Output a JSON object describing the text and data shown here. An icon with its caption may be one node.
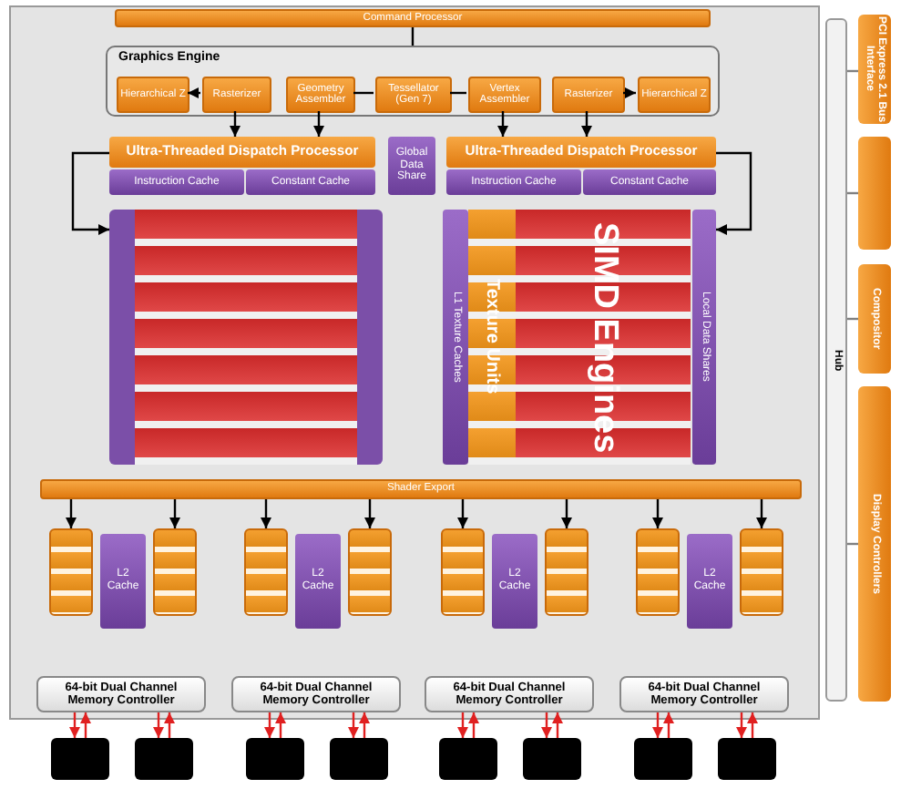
{
  "diagram": {
    "nodes": [
      {
        "text": [
          "Command Processor"
        ]
      },
      {
        "text": [
          "Graphics Engine"
        ]
      },
      {
        "text": [
          "Hierarchical Z"
        ],
        "in": 1
      },
      {
        "text": [
          "Rasterizer"
        ],
        "in": 1
      },
      {
        "text": [
          "Geometry Assembler"
        ],
        "in": 1
      },
      {
        "text": [
          "Tessellator (Gen 7)"
        ],
        "in": 1
      },
      {
        "text": [
          "Vertex Assembler"
        ],
        "in": 1
      },
      {
        "text": [
          "Rasterizer"
        ],
        "in": 1
      },
      {
        "text": [
          "Hierarchical Z"
        ],
        "in": 1
      },
      {
        "text": [
          "Ultra-Threaded Dispatch Processor"
        ]
      },
      {
        "text": [
          "Instruction Cache"
        ]
      },
      {
        "text": [
          "Constant Cache"
        ]
      },
      {
        "text": [
          "Global Data Share"
        ]
      },
      {
        "text": [
          "Ultra-Threaded Dispatch Processor"
        ]
      },
      {
        "text": [
          "Instruction Cache"
        ]
      },
      {
        "text": [
          "Constant Cache"
        ]
      },
      {
        "text": [],
        "shape": "box"
      },
      {
        "text": [
          "L1 Texture Caches"
        ]
      },
      {
        "text": [
          "Texture Units"
        ]
      },
      {
        "text": [
          "SIMD Engines"
        ]
      },
      {
        "text": [
          "Local Data Shares"
        ]
      },
      {
        "text": [
          "Shader Export"
        ]
      },
      {
        "text": [],
        "shape": "box"
      },
      {
        "text": [
          "L2 Cache"
        ]
      },
      {
        "text": [],
        "shape": "box"
      },
      {
        "text": [
          "64-bit Dual Channel Memory Controller"
        ]
      },
      {
        "text": [],
        "shape": "box"
      },
      {
        "text": [],
        "shape": "box"
      },
      {
        "text": [],
        "shape": "box"
      },
      {
        "text": [
          "L2 Cache"
        ]
      },
      {
        "text": [],
        "shape": "box"
      },
      {
        "text": [
          "64-bit Dual Channel Memory Controller"
        ]
      },
      {
        "text": [],
        "shape": "box"
      },
      {
        "text": [],
        "shape": "box"
      },
      {
        "text": [],
        "shape": "box"
      },
      {
        "text": [
          "L2 Cache"
        ]
      },
      {
        "text": [],
        "shape": "box"
      },
      {
        "text": [
          "64-bit Dual Channel Memory Controller"
        ]
      },
      {
        "text": [],
        "shape": "box"
      },
      {
        "text": [],
        "shape": "box"
      },
      {
        "text": [],
        "shape": "box"
      },
      {
        "text": [
          "L2 Cache"
        ]
      },
      {
        "text": [],
        "shape": "box"
      },
      {
        "text": [
          "64-bit Dual Channel Memory Controller"
        ]
      },
      {
        "text": [],
        "shape": "box"
      },
      {
        "text": [],
        "shape": "box"
      },
      {
        "text": [
          "Hub"
        ]
      },
      {
        "text": [
          "PCI Express 2.1 Bus Interface"
        ]
      },
      {
        "text": [],
        "shape": "box"
      },
      {
        "text": [
          "Compositor"
        ]
      },
      {
        "text": [
          "Display Controllers"
        ]
      }
    ],
    "edges": [
      {
        "from": 0,
        "to": 1,
        "arrow": "none"
      },
      {
        "from": 3,
        "to": 2,
        "arrow": "to"
      },
      {
        "from": 7,
        "to": 8,
        "arrow": "to"
      },
      {
        "from": 4,
        "to": 5,
        "arrow": "none"
      },
      {
        "from": 5,
        "to": 6,
        "arrow": "none"
      },
      {
        "from": 3,
        "to": 9,
        "arrow": "to"
      },
      {
        "from": 4,
        "to": 9,
        "arrow": "to"
      },
      {
        "from": 6,
        "to": 13,
        "arrow": "to"
      },
      {
        "from": 7,
        "to": 13,
        "arrow": "to"
      },
      {
        "from": 9,
        "to": 16,
        "arrow": "to"
      },
      {
        "from": 13,
        "to": 20,
        "arrow": "to"
      },
      {
        "from": 21,
        "to": 22,
        "arrow": "to"
      },
      {
        "from": 21,
        "to": 24,
        "arrow": "to"
      },
      {
        "from": 21,
        "to": 28,
        "arrow": "to"
      },
      {
        "from": 21,
        "to": 30,
        "arrow": "to"
      },
      {
        "from": 21,
        "to": 34,
        "arrow": "to"
      },
      {
        "from": 21,
        "to": 36,
        "arrow": "to"
      },
      {
        "from": 21,
        "to": 40,
        "arrow": "to"
      },
      {
        "from": 21,
        "to": 42,
        "arrow": "to"
      },
      {
        "from": 25,
        "to": 26,
        "arrow": "to",
        "color": "#e02020"
      },
      {
        "from": 26,
        "to": 25,
        "arrow": "to",
        "color": "#e02020"
      },
      {
        "from": 25,
        "to": 27,
        "arrow": "to",
        "color": "#e02020"
      },
      {
        "from": 27,
        "to": 25,
        "arrow": "to",
        "color": "#e02020"
      },
      {
        "from": 31,
        "to": 32,
        "arrow": "to",
        "color": "#e02020"
      },
      {
        "from": 32,
        "to": 31,
        "arrow": "to",
        "color": "#e02020"
      },
      {
        "from": 31,
        "to": 33,
        "arrow": "to",
        "color": "#e02020"
      },
      {
        "from": 33,
        "to": 31,
        "arrow": "to",
        "color": "#e02020"
      },
      {
        "from": 37,
        "to": 38,
        "arrow": "to",
        "color": "#e02020"
      },
      {
        "from": 38,
        "to": 37,
        "arrow": "to",
        "color": "#e02020"
      },
      {
        "from": 37,
        "to": 39,
        "arrow": "to",
        "color": "#e02020"
      },
      {
        "from": 39,
        "to": 37,
        "arrow": "to",
        "color": "#e02020"
      },
      {
        "from": 43,
        "to": 44,
        "arrow": "to",
        "color": "#e02020"
      },
      {
        "from": 44,
        "to": 43,
        "arrow": "to",
        "color": "#e02020"
      },
      {
        "from": 43,
        "to": 45,
        "arrow": "to",
        "color": "#e02020"
      },
      {
        "from": 45,
        "to": 43,
        "arrow": "to",
        "color": "#e02020"
      },
      {
        "from": 46,
        "to": 47,
        "arrow": "none",
        "color": "#808080"
      },
      {
        "from": 46,
        "to": 48,
        "arrow": "none",
        "color": "#808080"
      },
      {
        "from": 46,
        "to": 49,
        "arrow": "none",
        "color": "#808080"
      },
      {
        "from": 46,
        "to": 50,
        "arrow": "none",
        "color": "#808080"
      }
    ]
  }
}
